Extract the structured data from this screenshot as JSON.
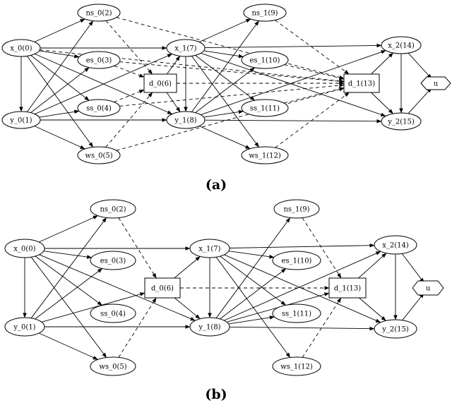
{
  "panels": [
    {
      "id": "a",
      "label": "(a)",
      "nodes": [
        {
          "id": "x_0(0)",
          "label": "x_0(0)",
          "shape": "ellipse"
        },
        {
          "id": "y_0(1)",
          "label": "y_0(1)",
          "shape": "ellipse"
        },
        {
          "id": "ns_0(2)",
          "label": "ns_0(2)",
          "shape": "ellipse"
        },
        {
          "id": "es_0(3)",
          "label": "es_0(3)",
          "shape": "ellipse"
        },
        {
          "id": "ss_0(4)",
          "label": "ss_0(4)",
          "shape": "ellipse"
        },
        {
          "id": "ws_0(5)",
          "label": "ws_0(5)",
          "shape": "ellipse"
        },
        {
          "id": "d_0(6)",
          "label": "d_0(6)",
          "shape": "box"
        },
        {
          "id": "x_1(7)",
          "label": "x_1(7)",
          "shape": "ellipse"
        },
        {
          "id": "y_1(8)",
          "label": "y_1(8)",
          "shape": "ellipse"
        },
        {
          "id": "ns_1(9)",
          "label": "ns_1(9)",
          "shape": "ellipse"
        },
        {
          "id": "es_1(10)",
          "label": "es_1(10)",
          "shape": "ellipse"
        },
        {
          "id": "ss_1(11)",
          "label": "ss_1(11)",
          "shape": "ellipse"
        },
        {
          "id": "ws_1(12)",
          "label": "ws_1(12)",
          "shape": "ellipse"
        },
        {
          "id": "d_1(13)",
          "label": "d_1(13)",
          "shape": "box"
        },
        {
          "id": "x_2(14)",
          "label": "x_2(14)",
          "shape": "ellipse"
        },
        {
          "id": "y_2(15)",
          "label": "y_2(15)",
          "shape": "ellipse"
        },
        {
          "id": "u",
          "label": "u",
          "shape": "diamond"
        }
      ],
      "edges": [
        {
          "from": "x_0(0)",
          "to": "ns_0(2)",
          "style": "solid"
        },
        {
          "from": "x_0(0)",
          "to": "es_0(3)",
          "style": "solid"
        },
        {
          "from": "x_0(0)",
          "to": "ss_0(4)",
          "style": "solid"
        },
        {
          "from": "x_0(0)",
          "to": "ws_0(5)",
          "style": "solid"
        },
        {
          "from": "x_0(0)",
          "to": "y_0(1)",
          "style": "solid"
        },
        {
          "from": "x_0(0)",
          "to": "x_1(7)",
          "style": "solid"
        },
        {
          "from": "x_0(0)",
          "to": "y_1(8)",
          "style": "solid"
        },
        {
          "from": "y_0(1)",
          "to": "ns_0(2)",
          "style": "solid"
        },
        {
          "from": "y_0(1)",
          "to": "es_0(3)",
          "style": "solid"
        },
        {
          "from": "y_0(1)",
          "to": "ss_0(4)",
          "style": "solid"
        },
        {
          "from": "y_0(1)",
          "to": "ws_0(5)",
          "style": "solid"
        },
        {
          "from": "y_0(1)",
          "to": "x_1(7)",
          "style": "solid"
        },
        {
          "from": "y_0(1)",
          "to": "y_1(8)",
          "style": "solid"
        },
        {
          "from": "ns_0(2)",
          "to": "d_0(6)",
          "style": "dashed"
        },
        {
          "from": "es_0(3)",
          "to": "d_0(6)",
          "style": "dashed"
        },
        {
          "from": "ss_0(4)",
          "to": "d_0(6)",
          "style": "dashed"
        },
        {
          "from": "ws_0(5)",
          "to": "d_0(6)",
          "style": "dashed"
        },
        {
          "from": "d_0(6)",
          "to": "x_1(7)",
          "style": "solid"
        },
        {
          "from": "d_0(6)",
          "to": "y_1(8)",
          "style": "solid"
        },
        {
          "from": "x_1(7)",
          "to": "ns_1(9)",
          "style": "solid"
        },
        {
          "from": "x_1(7)",
          "to": "es_1(10)",
          "style": "solid"
        },
        {
          "from": "x_1(7)",
          "to": "ss_1(11)",
          "style": "solid"
        },
        {
          "from": "x_1(7)",
          "to": "ws_1(12)",
          "style": "solid"
        },
        {
          "from": "x_1(7)",
          "to": "y_1(8)",
          "style": "solid"
        },
        {
          "from": "x_1(7)",
          "to": "x_2(14)",
          "style": "solid"
        },
        {
          "from": "x_1(7)",
          "to": "y_2(15)",
          "style": "solid"
        },
        {
          "from": "y_1(8)",
          "to": "ns_1(9)",
          "style": "solid"
        },
        {
          "from": "y_1(8)",
          "to": "es_1(10)",
          "style": "solid"
        },
        {
          "from": "y_1(8)",
          "to": "ss_1(11)",
          "style": "solid"
        },
        {
          "from": "y_1(8)",
          "to": "ws_1(12)",
          "style": "solid"
        },
        {
          "from": "y_1(8)",
          "to": "x_2(14)",
          "style": "solid"
        },
        {
          "from": "y_1(8)",
          "to": "y_2(15)",
          "style": "solid"
        },
        {
          "from": "ns_0(2)",
          "to": "d_1(13)",
          "style": "dashed"
        },
        {
          "from": "es_0(3)",
          "to": "d_1(13)",
          "style": "dashed"
        },
        {
          "from": "ss_0(4)",
          "to": "d_1(13)",
          "style": "dashed"
        },
        {
          "from": "ws_0(5)",
          "to": "d_1(13)",
          "style": "dashed"
        },
        {
          "from": "d_0(6)",
          "to": "d_1(13)",
          "style": "dashed"
        },
        {
          "from": "x_0(0)",
          "to": "d_1(13)",
          "style": "dashed"
        },
        {
          "from": "ns_1(9)",
          "to": "d_1(13)",
          "style": "dashed"
        },
        {
          "from": "es_1(10)",
          "to": "d_1(13)",
          "style": "dashed"
        },
        {
          "from": "ss_1(11)",
          "to": "d_1(13)",
          "style": "dashed"
        },
        {
          "from": "ws_1(12)",
          "to": "d_1(13)",
          "style": "dashed"
        },
        {
          "from": "d_1(13)",
          "to": "x_2(14)",
          "style": "solid"
        },
        {
          "from": "d_1(13)",
          "to": "y_2(15)",
          "style": "solid"
        },
        {
          "from": "x_2(14)",
          "to": "y_2(15)",
          "style": "solid"
        },
        {
          "from": "x_2(14)",
          "to": "u",
          "style": "solid"
        },
        {
          "from": "y_2(15)",
          "to": "u",
          "style": "solid"
        }
      ]
    },
    {
      "id": "b",
      "label": "(b)",
      "nodes": [
        {
          "id": "x_0(0)",
          "label": "x_0(0)",
          "shape": "ellipse"
        },
        {
          "id": "y_0(1)",
          "label": "y_0(1)",
          "shape": "ellipse"
        },
        {
          "id": "ns_0(2)",
          "label": "ns_0(2)",
          "shape": "ellipse"
        },
        {
          "id": "es_0(3)",
          "label": "es_0(3)",
          "shape": "ellipse"
        },
        {
          "id": "ss_0(4)",
          "label": "ss_0(4)",
          "shape": "ellipse"
        },
        {
          "id": "ws_0(5)",
          "label": "ws_0(5)",
          "shape": "ellipse"
        },
        {
          "id": "d_0(6)",
          "label": "d_0(6)",
          "shape": "box"
        },
        {
          "id": "x_1(7)",
          "label": "x_1(7)",
          "shape": "ellipse"
        },
        {
          "id": "y_1(8)",
          "label": "y_1(8)",
          "shape": "ellipse"
        },
        {
          "id": "ns_1(9)",
          "label": "ns_1(9)",
          "shape": "ellipse"
        },
        {
          "id": "es_1(10)",
          "label": "es_1(10)",
          "shape": "ellipse"
        },
        {
          "id": "ss_1(11)",
          "label": "ss_1(11)",
          "shape": "ellipse"
        },
        {
          "id": "ws_1(12)",
          "label": "ws_1(12)",
          "shape": "ellipse"
        },
        {
          "id": "d_1(13)",
          "label": "d_1(13)",
          "shape": "box"
        },
        {
          "id": "x_2(14)",
          "label": "x_2(14)",
          "shape": "ellipse"
        },
        {
          "id": "y_2(15)",
          "label": "y_2(15)",
          "shape": "ellipse"
        },
        {
          "id": "u",
          "label": "u",
          "shape": "diamond"
        }
      ],
      "edges": [
        {
          "from": "x_0(0)",
          "to": "ns_0(2)",
          "style": "solid"
        },
        {
          "from": "x_0(0)",
          "to": "es_0(3)",
          "style": "solid"
        },
        {
          "from": "x_0(0)",
          "to": "ss_0(4)",
          "style": "solid"
        },
        {
          "from": "x_0(0)",
          "to": "ws_0(5)",
          "style": "solid"
        },
        {
          "from": "x_0(0)",
          "to": "y_0(1)",
          "style": "solid"
        },
        {
          "from": "x_0(0)",
          "to": "x_1(7)",
          "style": "solid"
        },
        {
          "from": "x_0(0)",
          "to": "y_1(8)",
          "style": "solid"
        },
        {
          "from": "y_0(1)",
          "to": "ns_0(2)",
          "style": "solid"
        },
        {
          "from": "y_0(1)",
          "to": "es_0(3)",
          "style": "solid"
        },
        {
          "from": "y_0(1)",
          "to": "ws_0(5)",
          "style": "solid"
        },
        {
          "from": "y_0(1)",
          "to": "y_1(8)",
          "style": "solid"
        },
        {
          "from": "y_0(1)",
          "to": "d_0(6)",
          "style": "solid"
        },
        {
          "from": "ns_0(2)",
          "to": "d_0(6)",
          "style": "dashed"
        },
        {
          "from": "ws_0(5)",
          "to": "d_0(6)",
          "style": "dashed"
        },
        {
          "from": "d_0(6)",
          "to": "x_1(7)",
          "style": "solid"
        },
        {
          "from": "d_0(6)",
          "to": "y_1(8)",
          "style": "solid"
        },
        {
          "from": "d_0(6)",
          "to": "d_1(13)",
          "style": "dashed"
        },
        {
          "from": "x_1(7)",
          "to": "es_1(10)",
          "style": "solid"
        },
        {
          "from": "x_1(7)",
          "to": "ss_1(11)",
          "style": "solid"
        },
        {
          "from": "x_1(7)",
          "to": "ws_1(12)",
          "style": "solid"
        },
        {
          "from": "x_1(7)",
          "to": "y_1(8)",
          "style": "solid"
        },
        {
          "from": "x_1(7)",
          "to": "x_2(14)",
          "style": "solid"
        },
        {
          "from": "x_1(7)",
          "to": "y_2(15)",
          "style": "solid"
        },
        {
          "from": "y_1(8)",
          "to": "ns_1(9)",
          "style": "solid"
        },
        {
          "from": "y_1(8)",
          "to": "es_1(10)",
          "style": "solid"
        },
        {
          "from": "y_1(8)",
          "to": "ss_1(11)",
          "style": "solid"
        },
        {
          "from": "y_1(8)",
          "to": "x_2(14)",
          "style": "solid"
        },
        {
          "from": "y_1(8)",
          "to": "y_2(15)",
          "style": "solid"
        },
        {
          "from": "y_1(8)",
          "to": "d_1(13)",
          "style": "solid"
        },
        {
          "from": "ns_1(9)",
          "to": "d_1(13)",
          "style": "dashed"
        },
        {
          "from": "ws_1(12)",
          "to": "d_1(13)",
          "style": "dashed"
        },
        {
          "from": "d_1(13)",
          "to": "x_2(14)",
          "style": "solid"
        },
        {
          "from": "d_1(13)",
          "to": "y_2(15)",
          "style": "solid"
        },
        {
          "from": "x_2(14)",
          "to": "y_2(15)",
          "style": "solid"
        },
        {
          "from": "x_2(14)",
          "to": "u",
          "style": "solid"
        },
        {
          "from": "y_2(15)",
          "to": "u",
          "style": "solid"
        }
      ]
    }
  ]
}
